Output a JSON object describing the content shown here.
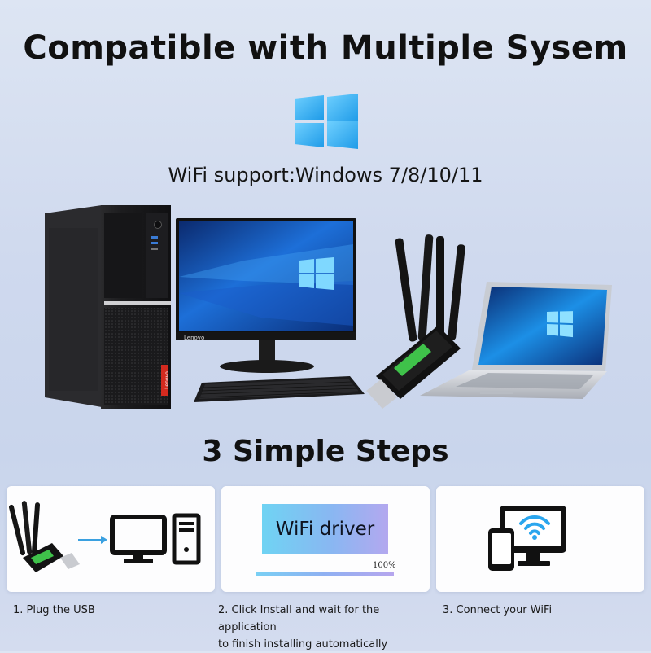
{
  "header": {
    "title": "Compatible with Multiple Sysem",
    "support_text": "WiFi support:Windows 7/8/10/11"
  },
  "hero": {
    "tower_brand": "Lenovo",
    "monitor_brand": "Lenovo",
    "icons": [
      "windows-logo",
      "desktop-tower",
      "monitor",
      "keyboard",
      "usb-wifi-adapter",
      "laptop"
    ]
  },
  "steps": {
    "title": "3 Simple Steps",
    "driver_label": "WiFi driver",
    "progress_text": "100%",
    "progress_value": 1.0,
    "items": [
      {
        "label": "1. Plug the USB"
      },
      {
        "label_line1": "2. Click Install and wait for the application",
        "label_line2": "to finish installing automatically"
      },
      {
        "label": "3. Connect your WiFi"
      }
    ]
  },
  "colors": {
    "windows_blue": "#2aa6ee",
    "accent_red": "#d42a1f",
    "adapter_green": "#3fc24a"
  }
}
